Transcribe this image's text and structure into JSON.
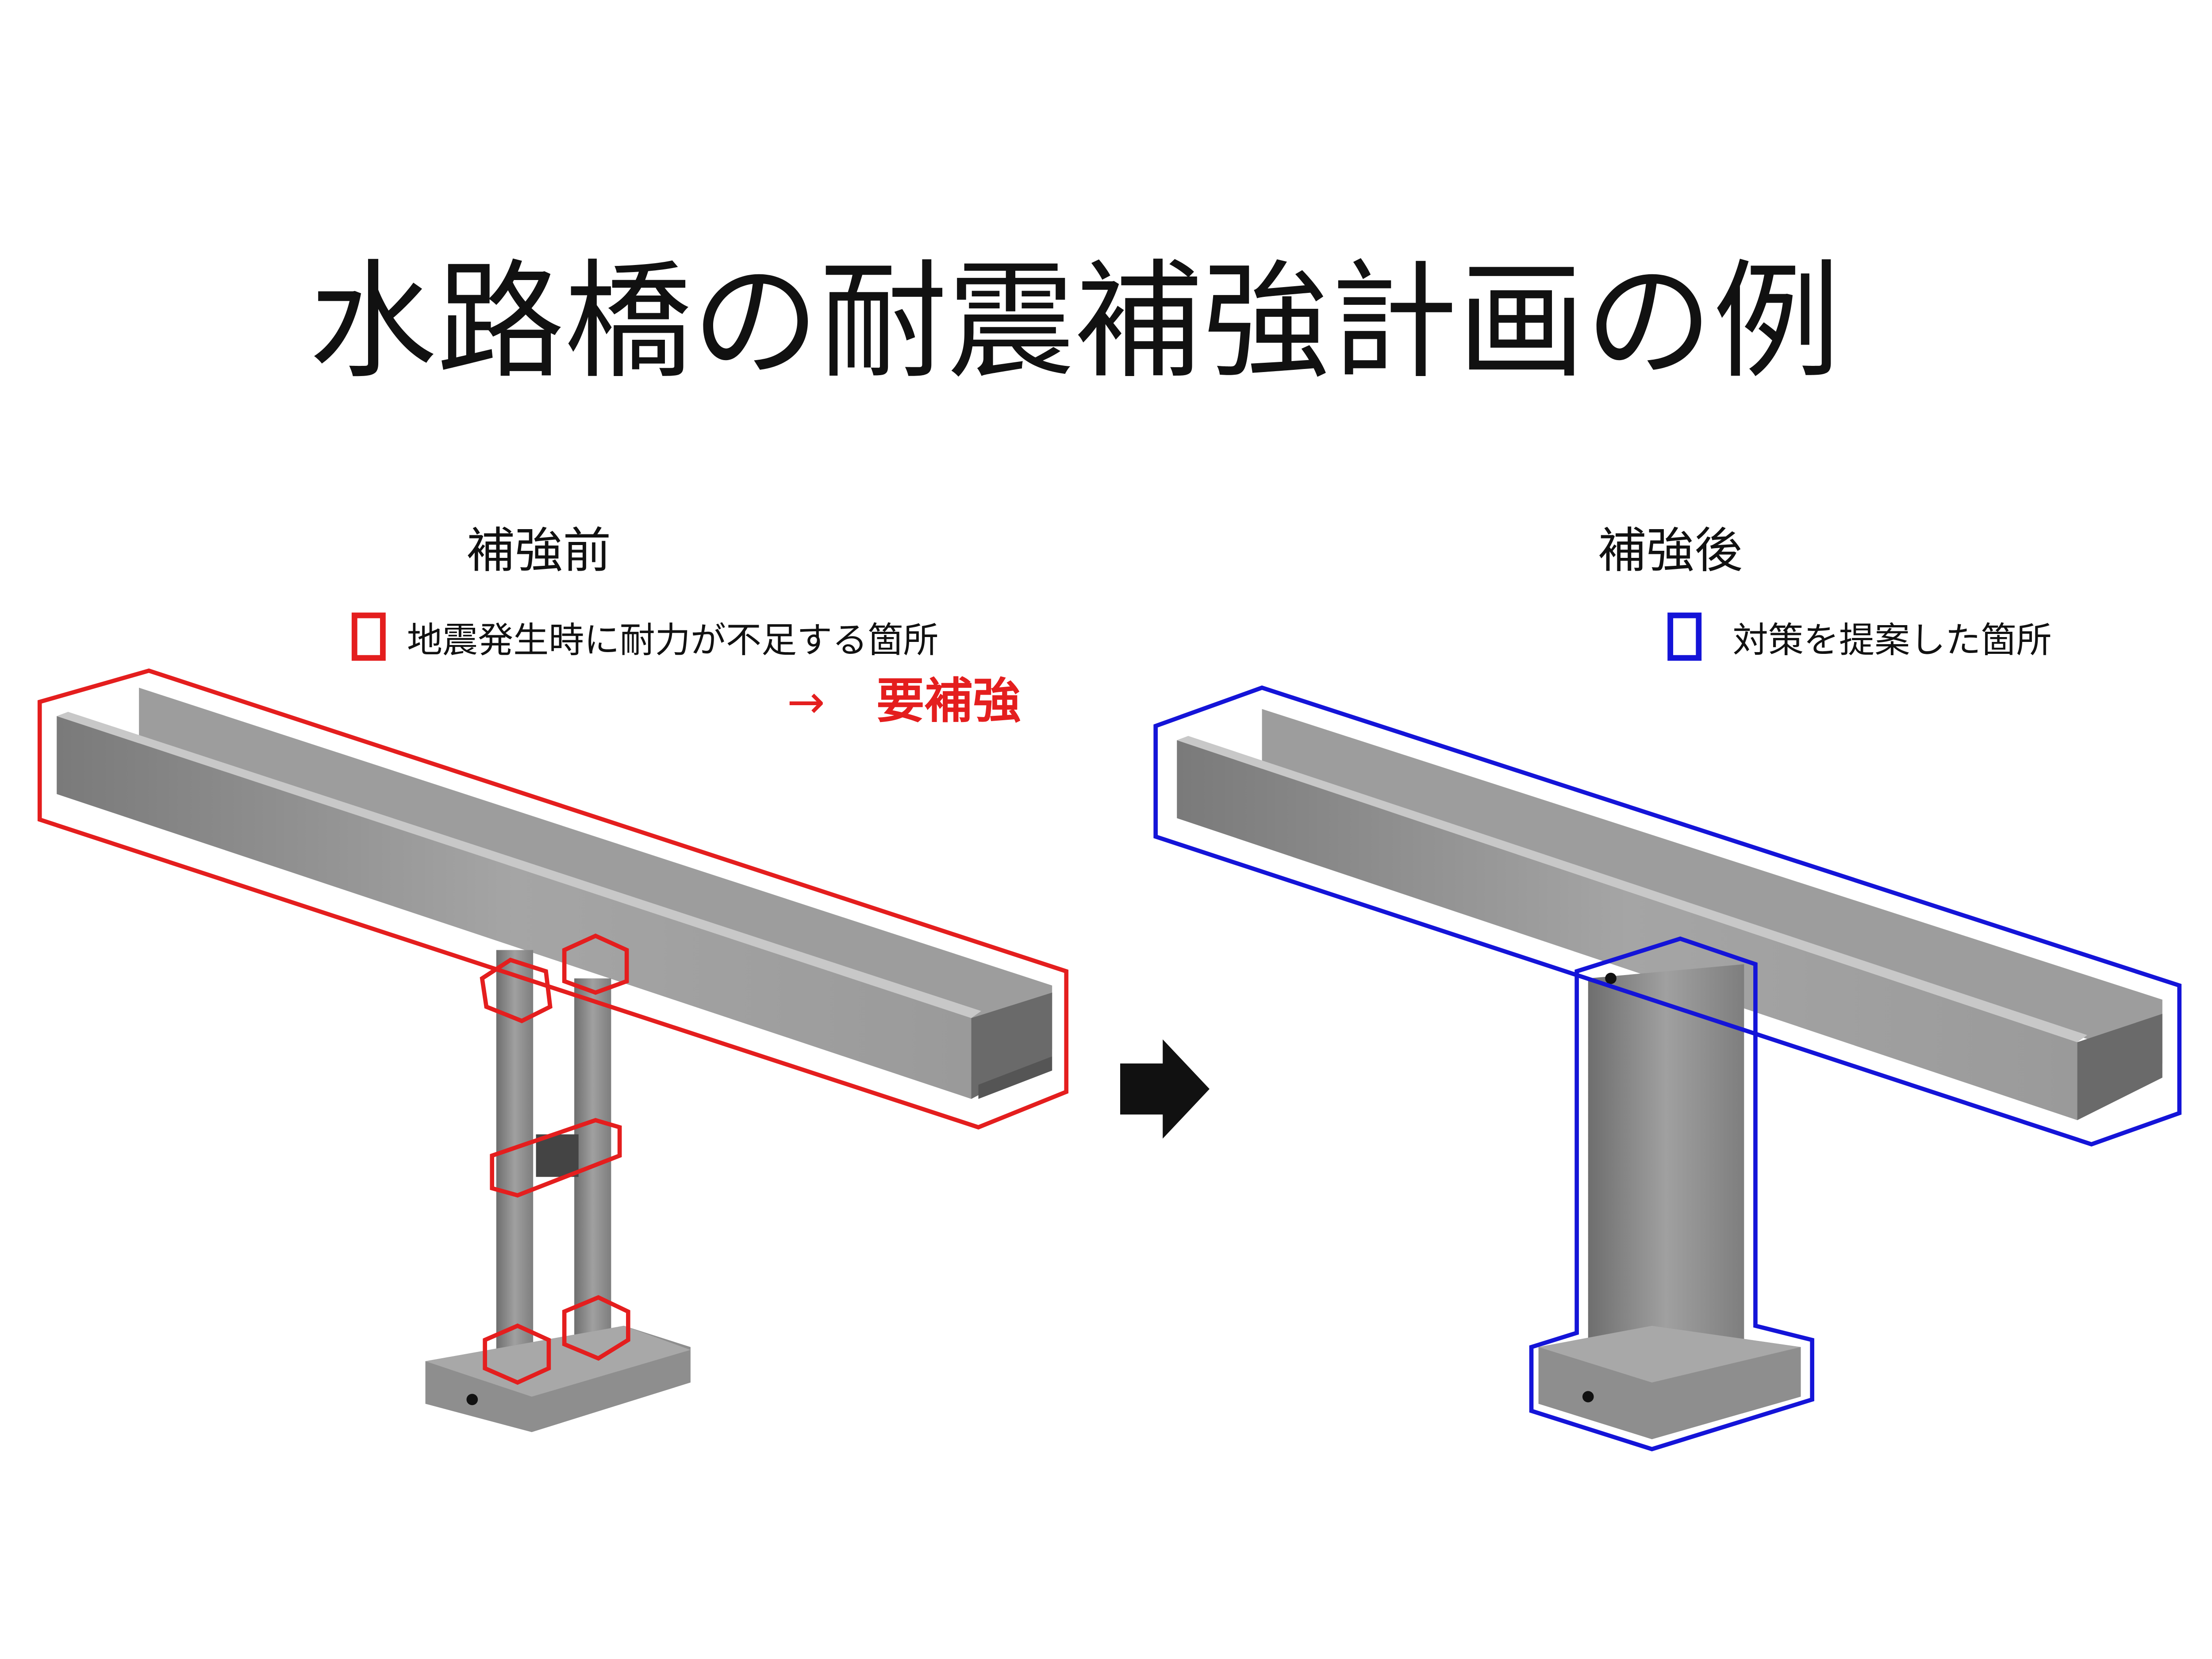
{
  "title": "水路橋の耐震補強計画の例",
  "before": {
    "label": "補強前",
    "legend": "地震発生時に耐力が不足する箇所",
    "note_arrow": "→",
    "note": "要補強"
  },
  "after": {
    "label": "補強後",
    "legend": "対策を提案した箇所"
  },
  "colors": {
    "before_outline": "#e41e1e",
    "after_outline": "#1414d8",
    "text": "#111111",
    "concrete": "#8a8a8a"
  }
}
